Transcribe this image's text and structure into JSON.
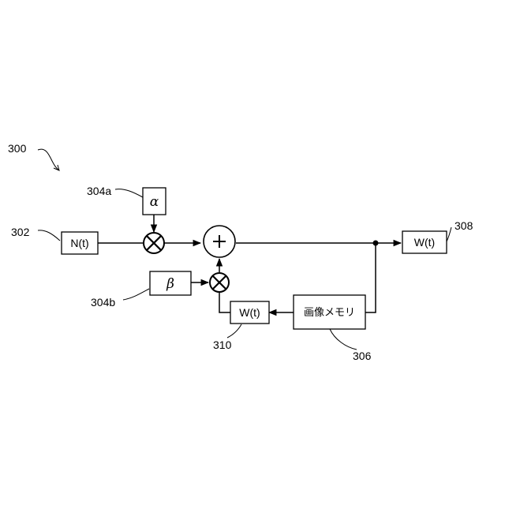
{
  "figure": {
    "ref_300": "300",
    "ref_302": "302",
    "ref_304a": "304a",
    "ref_304b": "304b",
    "ref_306": "306",
    "ref_308": "308",
    "ref_310": "310"
  },
  "blocks": {
    "input": "N(t)",
    "alpha": "α",
    "beta": "β",
    "output": "W(t)",
    "memory": "画像メモリ",
    "feedback": "W(t)"
  },
  "colors": {
    "line": "#000000",
    "background": "#ffffff"
  }
}
